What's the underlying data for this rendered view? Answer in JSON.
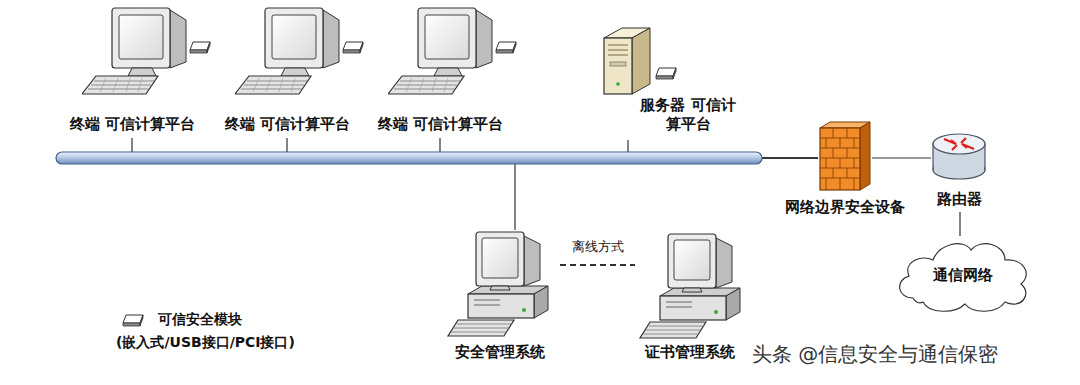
{
  "diagram": {
    "nodes": [
      {
        "text": [
          "终端 可信计算平台"
        ]
      },
      {
        "text": [
          "终端 可信计算平台"
        ]
      },
      {
        "text": [
          "终端 可信计算平台"
        ]
      },
      {
        "text": [
          "服务器 可信计算平台"
        ]
      },
      {
        "text": [
          "网络边界安全设备"
        ]
      },
      {
        "text": [
          "路由器"
        ]
      },
      {
        "text": [
          "通信网络"
        ]
      },
      {
        "text": [
          "安全管理系统"
        ]
      },
      {
        "text": [
          "证书管理系统"
        ]
      }
    ],
    "edges": [
      {
        "from": 0,
        "to": 4,
        "arrow": "none"
      },
      {
        "from": 1,
        "to": 4,
        "arrow": "none"
      },
      {
        "from": 2,
        "to": 4,
        "arrow": "none"
      },
      {
        "from": 3,
        "to": 4,
        "arrow": "none"
      },
      {
        "from": 7,
        "to": 4,
        "arrow": "none"
      },
      {
        "from": 4,
        "to": 5,
        "arrow": "none"
      },
      {
        "from": 5,
        "to": 6,
        "arrow": "none"
      },
      {
        "from": 7,
        "to": 8,
        "label": "离线方式",
        "arrow": "none"
      }
    ],
    "labels": [
      "(嵌入式/USB接口/PCI接口)",
      "头条 @信息安全与通信保密"
    ],
    "legend": [
      {
        "text": "可信安全模块"
      }
    ]
  }
}
